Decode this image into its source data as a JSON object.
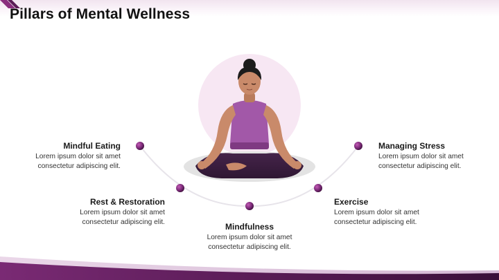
{
  "slide": {
    "title": "Pillars of Mental Wellness"
  },
  "pillars": [
    {
      "id": "mindful-eating",
      "title": "Mindful Eating",
      "line1": "Lorem ipsum dolor sit amet",
      "line2": "consectetur adipiscing elit."
    },
    {
      "id": "rest-restoration",
      "title": "Rest & Restoration",
      "line1": "Lorem ipsum dolor sit amet",
      "line2": "consectetur adipiscing elit."
    },
    {
      "id": "mindfulness",
      "title": "Mindfulness",
      "line1": "Lorem ipsum dolor sit amet",
      "line2": "consectetur adipiscing elit."
    },
    {
      "id": "exercise",
      "title": "Exercise",
      "line1": "Lorem ipsum dolor sit amet",
      "line2": "consectetur adipiscing elit."
    },
    {
      "id": "managing-stress",
      "title": "Managing Stress",
      "line1": "Lorem ipsum dolor sit amet",
      "line2": "consectetur adipiscing elit."
    }
  ],
  "colors": {
    "accent": "#7b2a78",
    "accent_dark": "#4a1248",
    "accent_light": "#b64aa8",
    "halo": "#f7e7f3",
    "mat": "#e6e6e6",
    "skin": "#c98a6a",
    "top_garment": "#a258a8",
    "pants": "#3b1f3f",
    "hair": "#1c1c1c",
    "arc": "#e7e4ea"
  },
  "icons": {
    "figure": "meditating-woman-illustration",
    "bullet": "gradient-dot-icon"
  }
}
